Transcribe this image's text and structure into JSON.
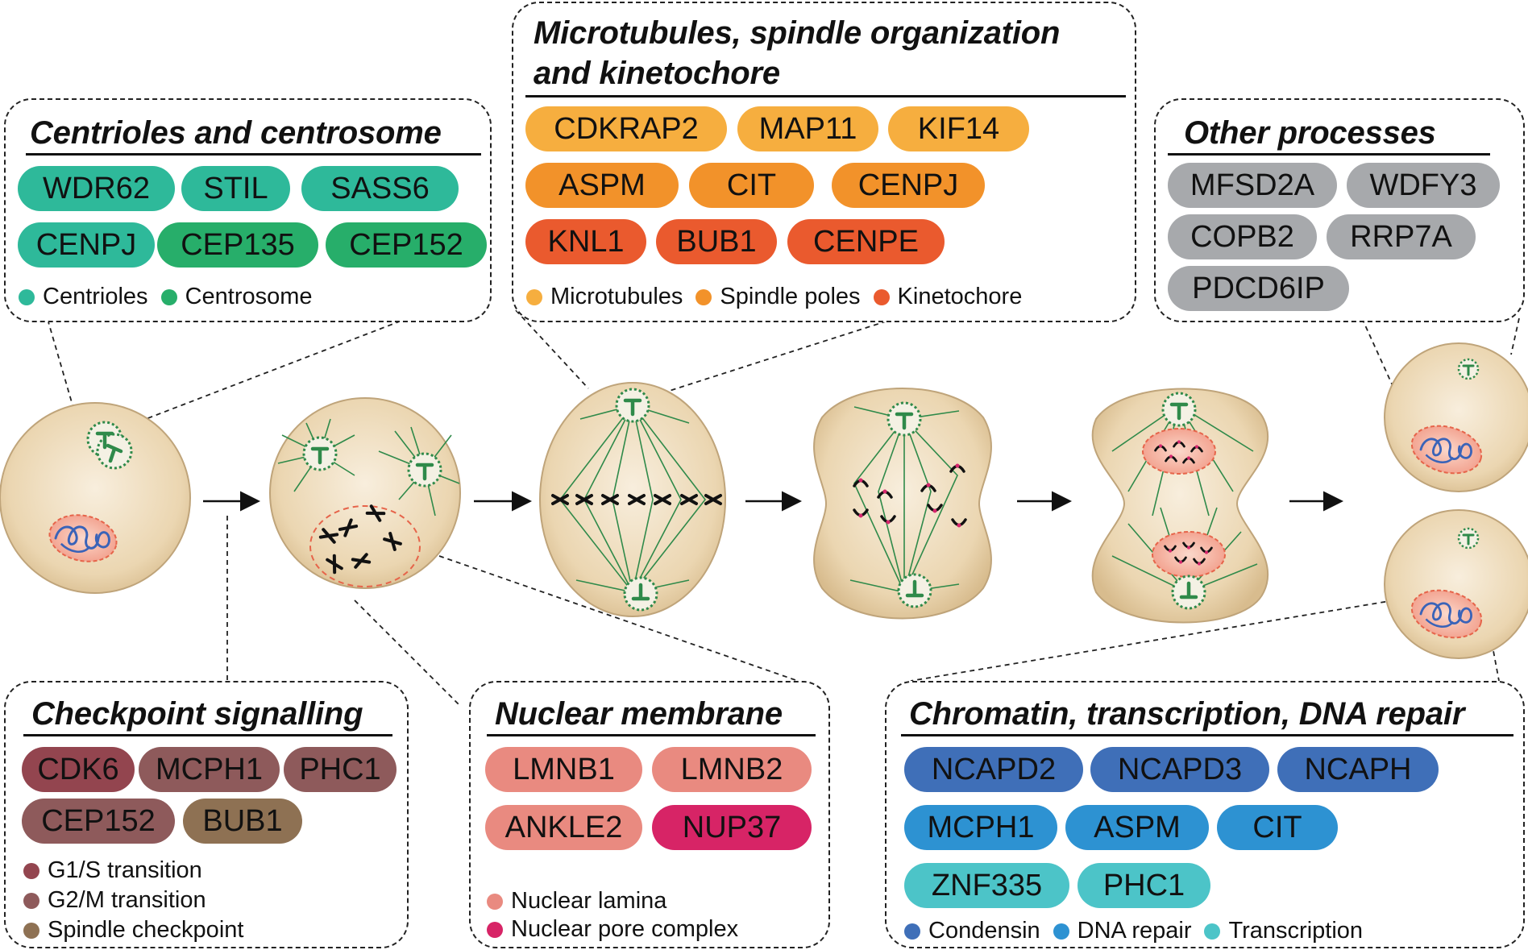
{
  "panels": {
    "centrioles": {
      "title": "Centrioles and centrosome",
      "genes": [
        {
          "label": "WDR62",
          "color": "#2EB99A"
        },
        {
          "label": "STIL",
          "color": "#2EB99A"
        },
        {
          "label": "SASS6",
          "color": "#2EB99A"
        },
        {
          "label": "CENPJ",
          "color": "#2EB99A"
        },
        {
          "label": "CEP135",
          "color": "#27AE6A"
        },
        {
          "label": "CEP152",
          "color": "#27AE6A"
        }
      ],
      "legend": [
        {
          "label": "Centrioles",
          "color": "#2EB99A"
        },
        {
          "label": "Centrosome",
          "color": "#27AE6A"
        }
      ]
    },
    "microtubules": {
      "title_line1": "Microtubules, spindle organization",
      "title_line2": "and kinetochore",
      "genes": [
        {
          "label": "CDKRAP2",
          "color": "#F6AE3F"
        },
        {
          "label": "MAP11",
          "color": "#F6AE3F"
        },
        {
          "label": "KIF14",
          "color": "#F6AE3F"
        },
        {
          "label": "ASPM",
          "color": "#F2922A"
        },
        {
          "label": "CIT",
          "color": "#F2922A"
        },
        {
          "label": "CENPJ",
          "color": "#F2922A"
        },
        {
          "label": "KNL1",
          "color": "#EA5A2E"
        },
        {
          "label": "BUB1",
          "color": "#EA5A2E"
        },
        {
          "label": "CENPE",
          "color": "#EA5A2E"
        }
      ],
      "legend": [
        {
          "label": "Microtubules",
          "color": "#F6AE3F"
        },
        {
          "label": "Spindle poles",
          "color": "#F2922A"
        },
        {
          "label": "Kinetochore",
          "color": "#EA5A2E"
        }
      ]
    },
    "other": {
      "title": "Other processes",
      "genes": [
        {
          "label": "MFSD2A",
          "color": "#A7A9AC"
        },
        {
          "label": "WDFY3",
          "color": "#A7A9AC"
        },
        {
          "label": "COPB2",
          "color": "#A7A9AC"
        },
        {
          "label": "RRP7A",
          "color": "#A7A9AC"
        },
        {
          "label": "PDCD6IP",
          "color": "#A7A9AC"
        }
      ]
    },
    "checkpoint": {
      "title": "Checkpoint signalling",
      "genes": [
        {
          "label": "CDK6",
          "color": "#93454F"
        },
        {
          "label": "MCPH1",
          "color": "#8E5A5B"
        },
        {
          "label": "PHC1",
          "color": "#8E5A5B"
        },
        {
          "label": "CEP152",
          "color": "#8E5A5B"
        },
        {
          "label": "BUB1",
          "color": "#8E7153"
        }
      ],
      "legend": [
        {
          "label": "G1/S transition",
          "color": "#93454F"
        },
        {
          "label": "G2/M transition",
          "color": "#8E5A5B"
        },
        {
          "label": "Spindle checkpoint",
          "color": "#8E7153"
        }
      ]
    },
    "nuclear": {
      "title": "Nuclear membrane",
      "genes": [
        {
          "label": "LMNB1",
          "color": "#E98A80"
        },
        {
          "label": "LMNB2",
          "color": "#E98A80"
        },
        {
          "label": "ANKLE2",
          "color": "#E98A80"
        },
        {
          "label": "NUP37",
          "color": "#D72466"
        }
      ],
      "legend": [
        {
          "label": "Nuclear lamina",
          "color": "#E98A80"
        },
        {
          "label": "Nuclear pore complex",
          "color": "#D72466"
        }
      ]
    },
    "chromatin": {
      "title": "Chromatin, transcription, DNA repair",
      "genes": [
        {
          "label": "NCAPD2",
          "color": "#3F6FB8"
        },
        {
          "label": "NCAPD3",
          "color": "#3F6FB8"
        },
        {
          "label": "NCAPH",
          "color": "#3F6FB8"
        },
        {
          "label": "MCPH1",
          "color": "#2D92D2"
        },
        {
          "label": "ASPM",
          "color": "#2D92D2"
        },
        {
          "label": "CIT",
          "color": "#2D92D2"
        },
        {
          "label": "ZNF335",
          "color": "#4CC4C8"
        },
        {
          "label": "PHC1",
          "color": "#4CC4C8"
        }
      ],
      "legend": [
        {
          "label": "Condensin",
          "color": "#3F6FB8"
        },
        {
          "label": "DNA repair",
          "color": "#2D92D2"
        },
        {
          "label": "Transcription",
          "color": "#4CC4C8"
        }
      ]
    }
  },
  "colors": {
    "cell_fill": "#EDD9B6",
    "cell_stroke": "#B9A077",
    "spindle": "#2F8A4A",
    "nucleus": "#F2A894",
    "dna": "#3A63B8",
    "chromosome": "#111111",
    "kinetochore": "#D7266E"
  }
}
